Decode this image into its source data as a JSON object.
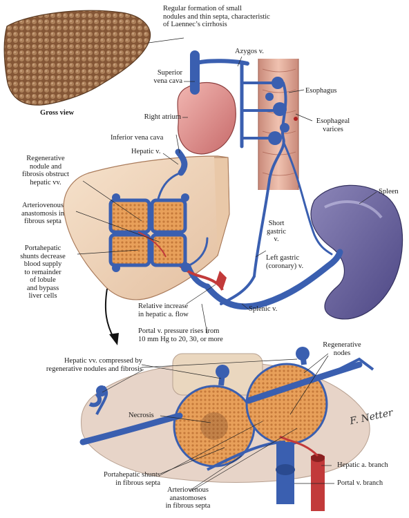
{
  "labels": {
    "top_caption": [
      "Regular formation of small",
      "nodules and thin septa, characteristic",
      "of Laennec’s cirrhosis"
    ],
    "gross_view": "Gross view",
    "azygos": "Azygos v.",
    "svc": [
      "Superior",
      "vena cava"
    ],
    "esophagus": "Esophagus",
    "right_atrium": "Right atrium",
    "esophageal_varices": [
      "Esophageal",
      "varices"
    ],
    "ivc": "Inferior vena cava",
    "hepatic_v": "Hepatic v.",
    "regen_nodule": [
      "Regenerative",
      "nodule and",
      "fibrosis obstruct",
      "hepatic vv."
    ],
    "spleen": "Spleen",
    "av_anastomosis": [
      "Arteriovenous",
      "anastomosis in",
      "fibrous septa"
    ],
    "short_gastric": [
      "Short",
      "gastric",
      "v."
    ],
    "portahepatic": [
      "Portahepatic",
      "shunts decrease",
      "blood supply",
      "to remainder",
      "of lobule",
      "and bypass",
      "liver cells"
    ],
    "left_gastric": [
      "Left gastric",
      "(coronary) v."
    ],
    "hepatic_a_flow": [
      "Relative increase",
      "in hepatic a. flow"
    ],
    "splenic_v": "Splenic v.",
    "portal_pressure": [
      "Portal v. pressure rises from",
      "10 mm Hg to 20, 30, or more"
    ],
    "hepatic_vv_compressed": [
      "Hepatic vv. compressed by",
      "regenerative nodules and fibrosis"
    ],
    "regen_nodes": [
      "Regenerative",
      "nodes"
    ],
    "necrosis": "Necrosis",
    "portahepatic_shunts": [
      "Portahepatic shunts",
      "in fibrous septa"
    ],
    "hepatic_a_branch": "Hepatic a. branch",
    "portal_v_branch": "Portal v. branch",
    "av_anastomoses": [
      "Arteriovenous",
      "anastomoses",
      "in fibrous septa"
    ]
  }
}
